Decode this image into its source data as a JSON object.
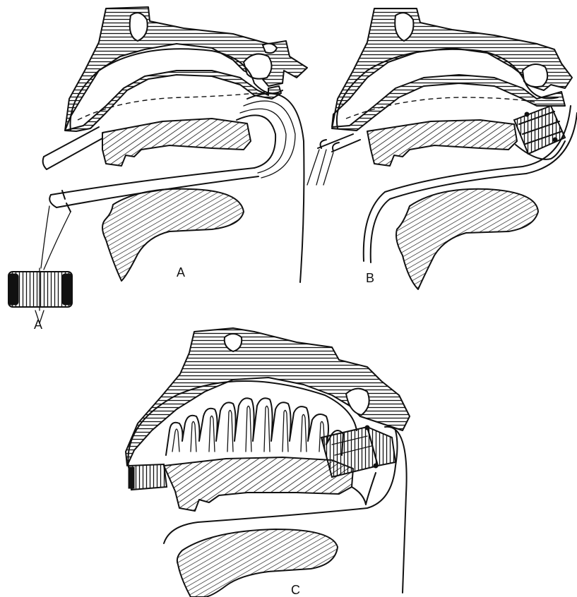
{
  "panels": [
    {
      "id": "A",
      "label": "A"
    },
    {
      "id": "B",
      "label": "B"
    },
    {
      "id": "C",
      "label": "C"
    }
  ],
  "inset_label": "A",
  "colors": {
    "ink": "#111111",
    "paper": "#ffffff"
  }
}
